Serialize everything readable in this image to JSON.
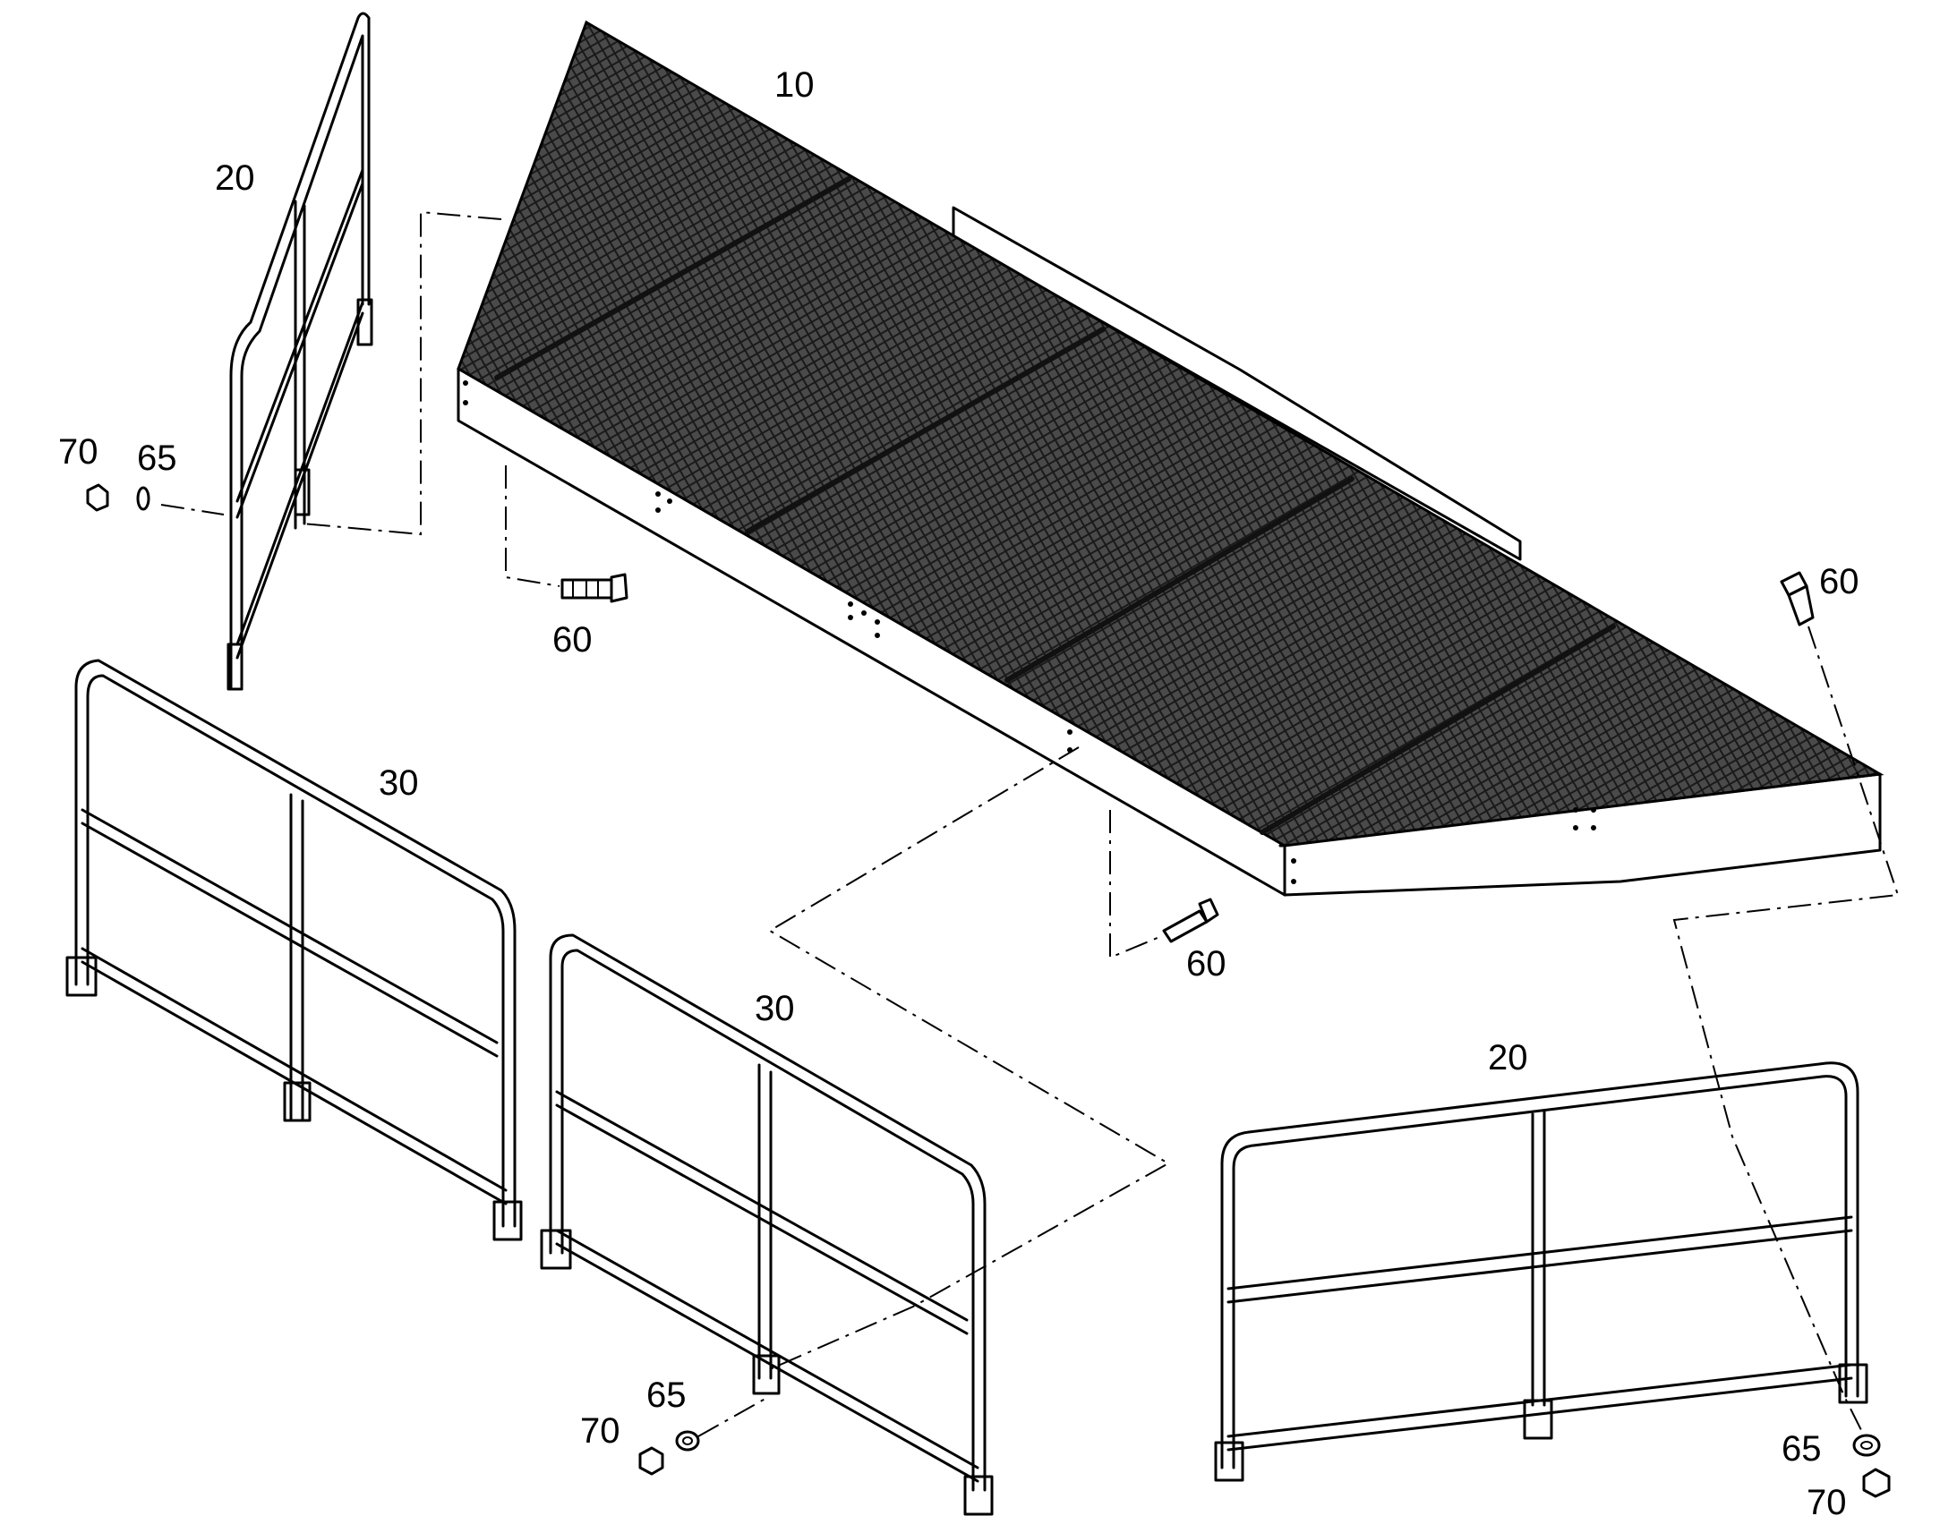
{
  "colors": {
    "line": "#000000",
    "background": "#ffffff",
    "grating": "#3a3a3a"
  },
  "callouts": {
    "platform": "10",
    "railing_end_left": "20",
    "railing_end_right": "20",
    "railing_side_left": "30",
    "railing_side_mid": "30",
    "bolt_left": "60",
    "bolt_mid": "60",
    "bolt_right": "60",
    "washer_left": "65",
    "washer_mid": "65",
    "washer_right": "65",
    "nut_left": "70",
    "nut_mid": "70",
    "nut_right": "70"
  }
}
